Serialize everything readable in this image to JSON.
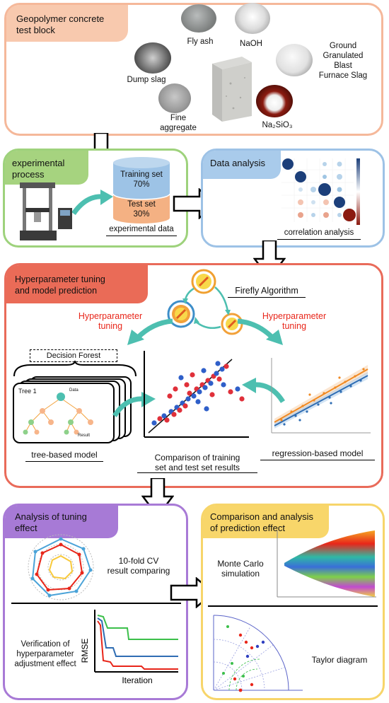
{
  "section1": {
    "title_line1": "Geopolymer concrete",
    "title_line2": "test block",
    "materials": {
      "fly_ash": "Fly ash",
      "naoh": "NaOH",
      "dump_slag": "Dump slag",
      "ggbfs_line1": "Ground",
      "ggbfs_line2": "Granulated",
      "ggbfs_line3": "Blast",
      "ggbfs_line4": "Furnace Slag",
      "fine_line1": "Fine",
      "fine_line2": "aggregate",
      "silicate": "Na₂SiO₃"
    }
  },
  "section2": {
    "title_line1": "experimental",
    "title_line2": "process",
    "training_line1": "Training set",
    "training_line2": "70%",
    "test_line1": "Test set",
    "test_line2": "30%",
    "caption": "experimental data"
  },
  "section3": {
    "title": "Data analysis",
    "caption": "correlation analysis"
  },
  "section4": {
    "title_line1": "Hyperparameter tuning",
    "title_line2": "and model prediction",
    "algorithm": "Firefly Algorithm",
    "tuning_left_line1": "Hyperparameter",
    "tuning_left_line2": "tuning",
    "tuning_right_line1": "Hyperparameter",
    "tuning_right_line2": "tuning",
    "forest": "Decision Forest",
    "tree": "Tree 1",
    "tree_data": "Data",
    "tree_result": "Result",
    "tree_caption": "tree-based model",
    "compare_line1": "Comparison of training",
    "compare_line2": "set and test set results",
    "regression_caption": "regression-based model"
  },
  "section5": {
    "title_line1": "Analysis of tuning",
    "title_line2": "effect",
    "cv_line1": "10-fold CV",
    "cv_line2": "result comparing",
    "verify_line1": "Verification of",
    "verify_line2": "hyperparameter",
    "verify_line3": "adjustment effect",
    "ylabel": "RMSE",
    "xlabel": "Iteration"
  },
  "section6": {
    "title_line1": "Comparison and analysis",
    "title_line2": "of prediction effect",
    "mc_line1": "Monte Carlo",
    "mc_line2": "simulation",
    "taylor": "Taylor diagram"
  },
  "colors": {
    "orange_border": "#f5b89a",
    "orange_header": "#f8c9ae",
    "green_border": "#9ed27c",
    "green_header": "#a6d37f",
    "blue_border": "#9dc2e6",
    "blue_header": "#a9cbeb",
    "red_border": "#e96b5a",
    "red_header": "#ea6b57",
    "purple_border": "#a87ad6",
    "purple_header": "#a77ad6",
    "yellow_border": "#f7d56a",
    "yellow_header": "#f8d66a",
    "teal_arrow": "#4dbfb0",
    "red_text": "#e8261a"
  },
  "icons": [
    "arrow-down-icon",
    "arrow-right-icon",
    "teal-curved-arrow-icon",
    "firefly-icon",
    "testing-machine-icon",
    "cylinder-icon"
  ]
}
